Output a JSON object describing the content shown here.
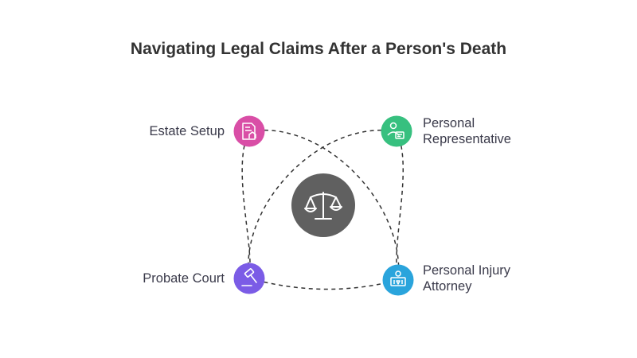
{
  "title": "Navigating Legal Claims After a Person's Death",
  "center": {
    "icon": "scales-of-justice-icon",
    "color": "#606060"
  },
  "nodes": {
    "estate": {
      "label": "Estate Setup",
      "icon": "document-house-icon",
      "color": "#d94ea6"
    },
    "representative": {
      "line1": "Personal",
      "line2": "Representative",
      "icon": "person-id-card-icon",
      "color": "#37c07f"
    },
    "probate": {
      "label": "Probate Court",
      "icon": "gavel-icon",
      "color": "#7b5ce6"
    },
    "attorney": {
      "line1": "Personal Injury",
      "line2": "Attorney",
      "icon": "lawyer-podium-icon",
      "color": "#2aa4dc"
    }
  }
}
